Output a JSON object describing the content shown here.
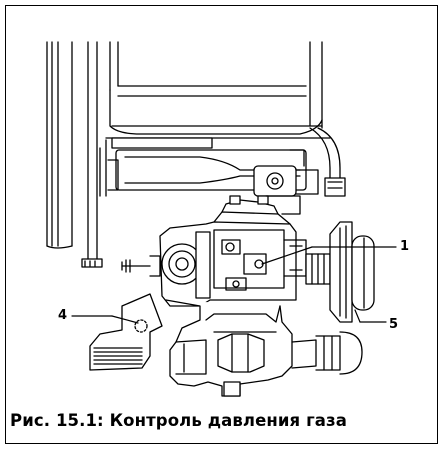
{
  "figure": {
    "callouts": {
      "c1": "1",
      "c4": "4",
      "c5": "5"
    },
    "caption": "Рис. 15.1: Контроль давления газа"
  }
}
